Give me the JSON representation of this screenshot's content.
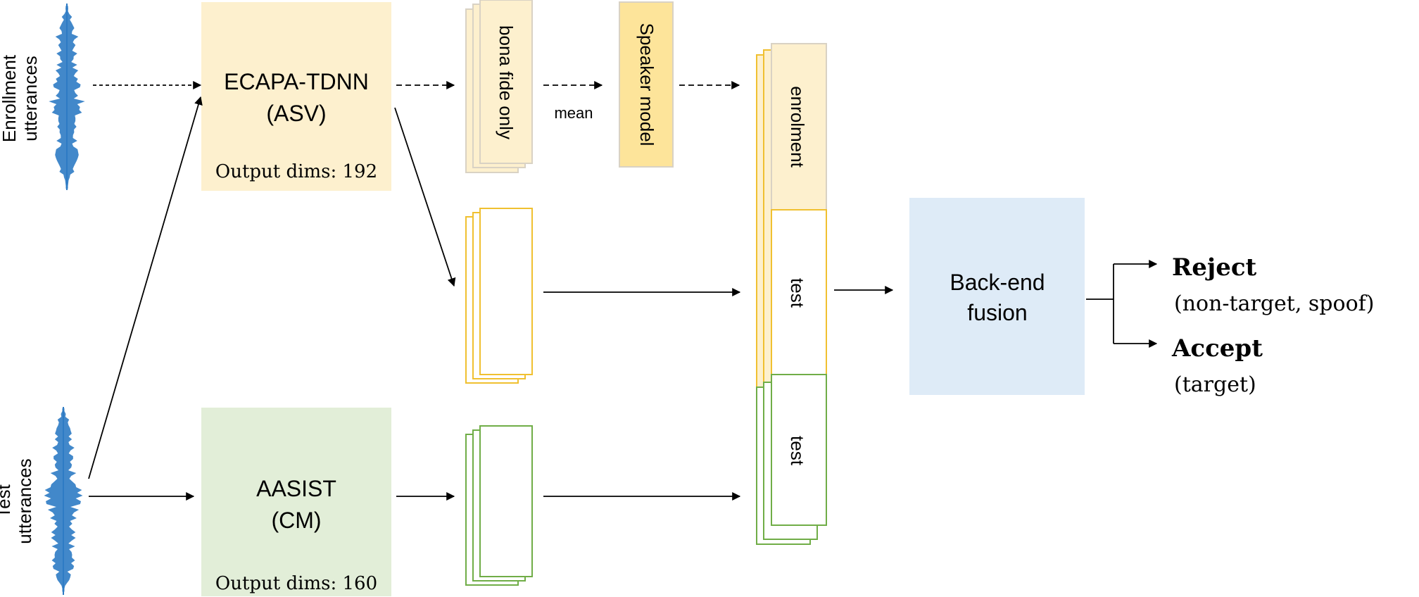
{
  "inputs": {
    "enrollment_label": [
      "Enrollment",
      "utterances"
    ],
    "test_label": [
      "Test",
      "utterances"
    ]
  },
  "blocks": {
    "asv": {
      "name": "ECAPA-TDNN",
      "sub": "(ASV)",
      "dims": "Output dims: 192"
    },
    "cm": {
      "name": "AASIST",
      "sub": "(CM)",
      "dims": "Output dims: 160"
    },
    "bona_fide": "bona fide only",
    "mean_label": "mean",
    "speaker_model": "Speaker model",
    "enrolment": "enrolment",
    "test_asv": "test",
    "test_cm": "test",
    "fusion": [
      "Back-end",
      "fusion"
    ]
  },
  "outputs": {
    "reject_title": "Reject",
    "reject_sub": "(non-target, spoof)",
    "accept_title": "Accept",
    "accept_sub": "(target)"
  },
  "colors": {
    "asv_fill": "#fdf0ce",
    "cm_fill": "#e2eed8",
    "fusion_fill": "#deebf7",
    "speaker_fill": "#fde49a",
    "yellow_stroke": "#f0c030",
    "green_stroke": "#70ad47",
    "gray_stroke": "#d9d2c4",
    "waveform": "#2e7bc4"
  }
}
